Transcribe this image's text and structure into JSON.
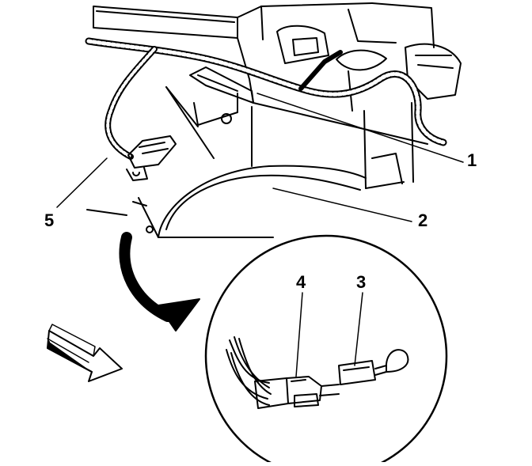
{
  "callouts": [
    {
      "id": "1",
      "label": "1"
    },
    {
      "id": "2",
      "label": "2"
    },
    {
      "id": "3",
      "label": "3"
    },
    {
      "id": "4",
      "label": "4"
    },
    {
      "id": "5",
      "label": "5"
    }
  ],
  "colors": {
    "ink": "#000000",
    "paper": "#ffffff"
  }
}
